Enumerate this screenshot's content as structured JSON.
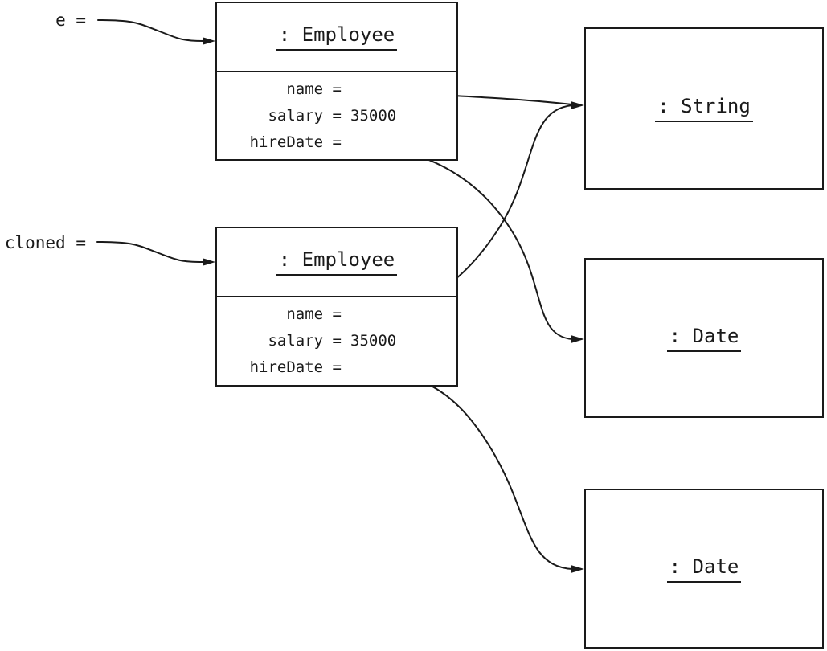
{
  "pointers": {
    "e": {
      "label": "e ="
    },
    "cloned": {
      "label": "cloned ="
    }
  },
  "objects": {
    "employee1": {
      "title": ": Employee",
      "fields": [
        {
          "label": "name =",
          "value": ""
        },
        {
          "label": "salary =",
          "value": "35000"
        },
        {
          "label": "hireDate =",
          "value": ""
        }
      ]
    },
    "employee2": {
      "title": ": Employee",
      "fields": [
        {
          "label": "name =",
          "value": ""
        },
        {
          "label": "salary =",
          "value": "35000"
        },
        {
          "label": "hireDate =",
          "value": ""
        }
      ]
    },
    "string1": {
      "title": ": String"
    },
    "date1": {
      "title": ": Date"
    },
    "date2": {
      "title": ": Date"
    }
  },
  "references": [
    {
      "from": "e",
      "to": "employee1"
    },
    {
      "from": "cloned",
      "to": "employee2"
    },
    {
      "from": "employee1.name",
      "to": "string1"
    },
    {
      "from": "employee2.name",
      "to": "string1"
    },
    {
      "from": "employee1.hireDate",
      "to": "date1"
    },
    {
      "from": "employee2.hireDate",
      "to": "date2"
    }
  ],
  "colors": {
    "line": "#1a1a1a",
    "background": "#ffffff"
  }
}
